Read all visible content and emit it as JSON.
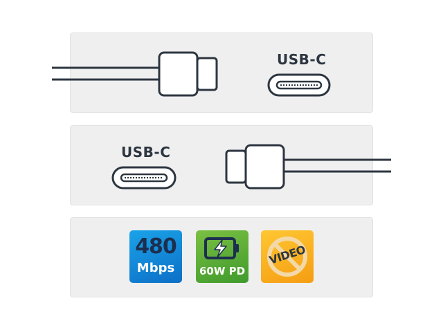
{
  "panels": {
    "top": {
      "label": "USB-C"
    },
    "middle": {
      "label": "USB-C"
    }
  },
  "badges": [
    {
      "big": "480",
      "small": "Mbps",
      "color": "#1aa3e8"
    },
    {
      "small": "60W PD",
      "icon": "battery-charging-icon",
      "color": "#5cad36"
    },
    {
      "text": "VIDEO",
      "icon": "no-video-icon",
      "color": "#f8b322"
    }
  ],
  "colors": {
    "line": "#2d3640",
    "panel": "#efefef"
  }
}
